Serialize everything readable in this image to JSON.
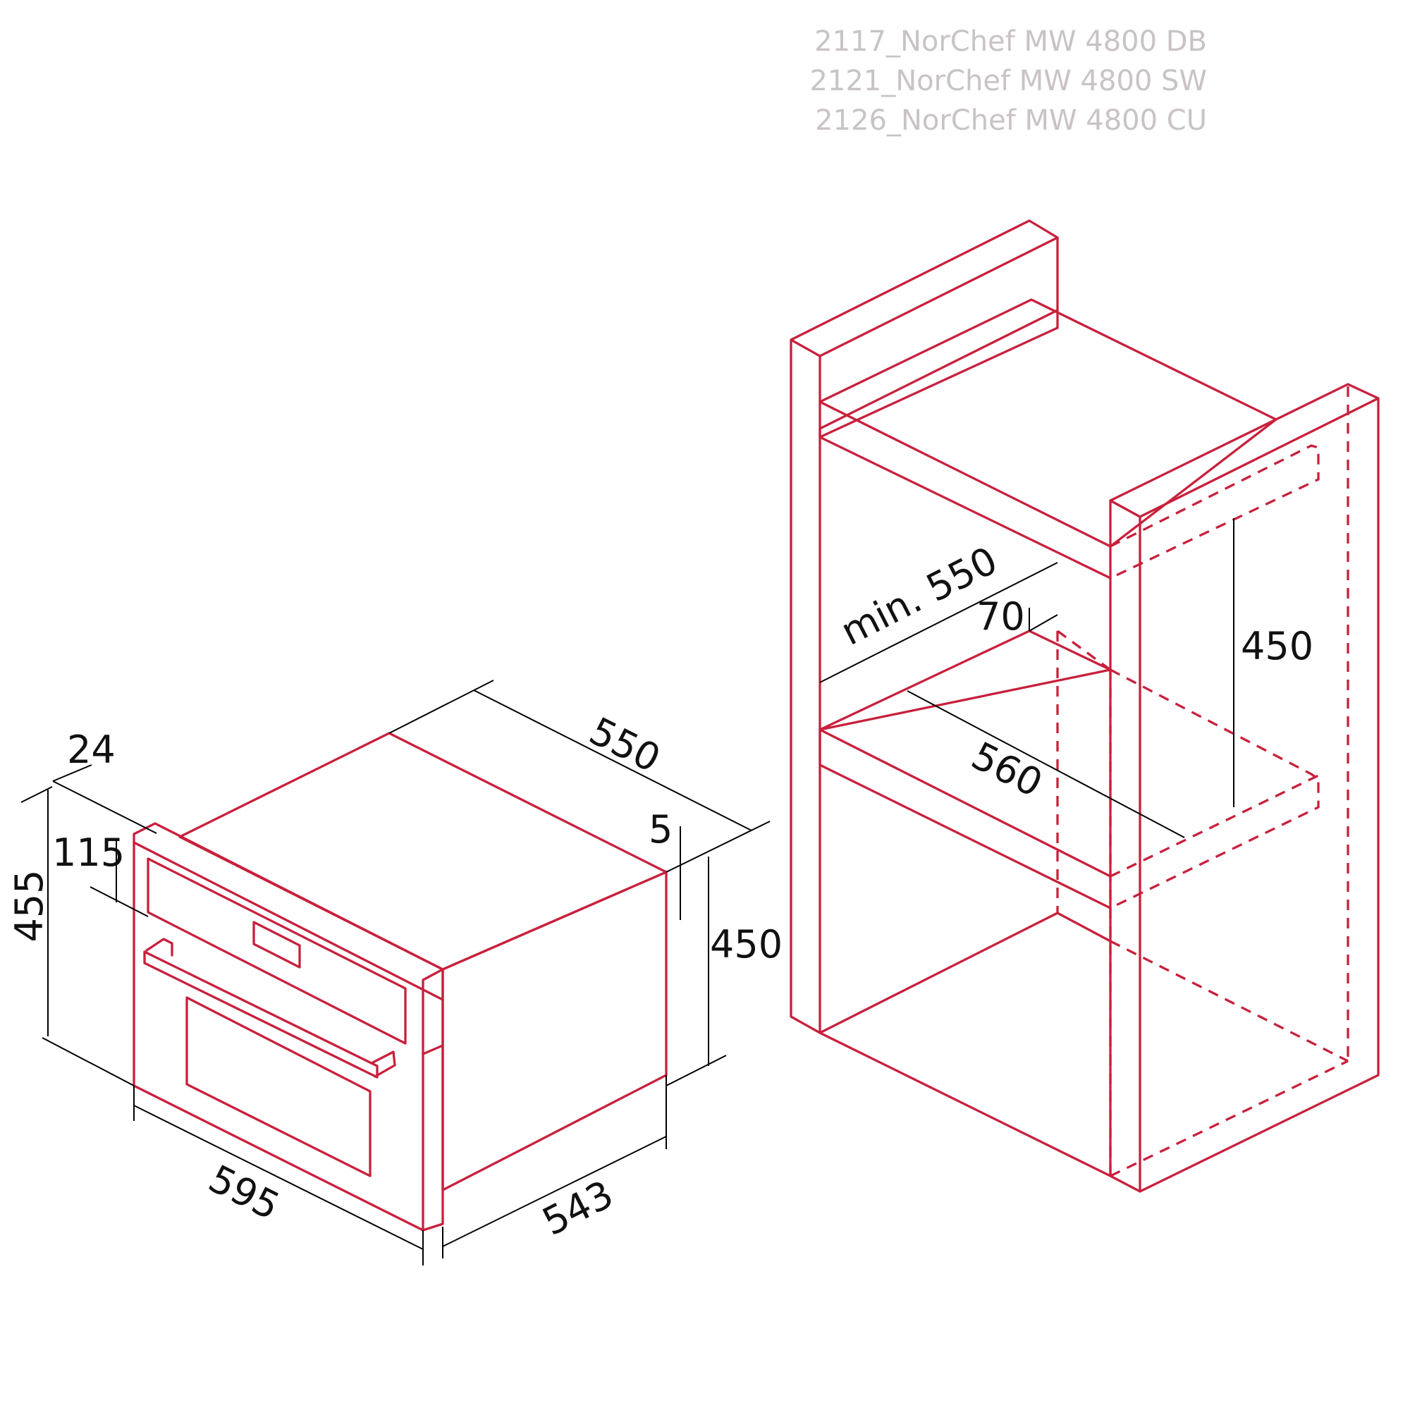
{
  "models": [
    "2117_NorChef MW 4800 DB",
    "2121_NorChef MW 4800 SW",
    "2126_NorChef MW 4800 CU"
  ],
  "appliance": {
    "dims": {
      "front_width": "595",
      "depth_top": "550",
      "body_depth": "543",
      "total_height": "455",
      "body_height": "450",
      "panel_height": "115",
      "front_thickness": "24",
      "gap": "5"
    }
  },
  "niche": {
    "dims": {
      "min_depth": "min. 550",
      "rear_gap": "70",
      "width": "560",
      "height": "450"
    }
  },
  "colors": {
    "outline": "#c8203c",
    "dimension_line": "#000000",
    "model_text": "#c9c3c5"
  }
}
